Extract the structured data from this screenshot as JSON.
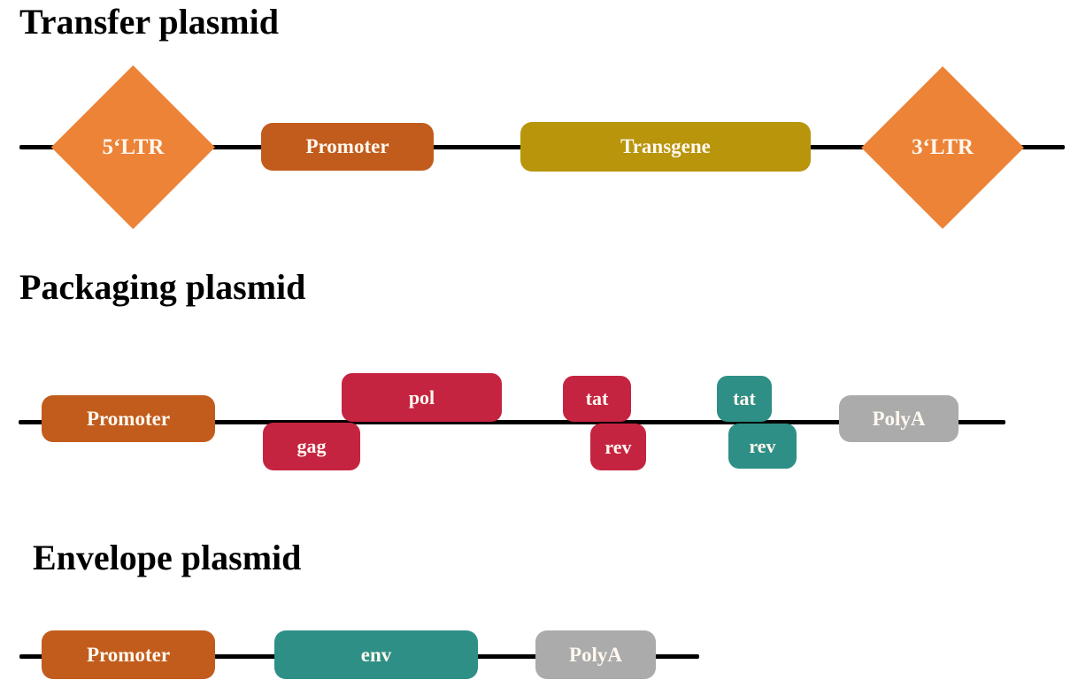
{
  "colors": {
    "ltr_orange": "#EC8337",
    "promoter_rust": "#C25C1C",
    "transgene_olive": "#B8950B",
    "gene_crimson": "#C52441",
    "gene_teal": "#2E8F86",
    "polya_gray": "#ABABAB",
    "backbone_line": "#000000"
  },
  "sections": [
    {
      "title": "Transfer plasmid",
      "elements": [
        {
          "label": "5‘LTR",
          "type": "diamond",
          "color": "#EC8337"
        },
        {
          "label": "Promoter",
          "type": "box",
          "color": "#C25C1C"
        },
        {
          "label": "Transgene",
          "type": "box",
          "color": "#B8950B"
        },
        {
          "label": "3‘LTR",
          "type": "diamond",
          "color": "#EC8337"
        }
      ]
    },
    {
      "title": "Packaging plasmid",
      "elements": [
        {
          "label": "Promoter",
          "type": "box",
          "color": "#C25C1C",
          "position": "on-line"
        },
        {
          "label": "gag",
          "type": "box",
          "color": "#C52441",
          "position": "below-line"
        },
        {
          "label": "pol",
          "type": "box",
          "color": "#C52441",
          "position": "above-line"
        },
        {
          "label": "tat",
          "type": "box",
          "color": "#C52441",
          "position": "above-line"
        },
        {
          "label": "rev",
          "type": "box",
          "color": "#C52441",
          "position": "below-line"
        },
        {
          "label": "tat",
          "type": "box",
          "color": "#2E8F86",
          "position": "above-line"
        },
        {
          "label": "rev",
          "type": "box",
          "color": "#2E8F86",
          "position": "below-line"
        },
        {
          "label": "PolyA",
          "type": "box",
          "color": "#ABABAB",
          "position": "on-line"
        }
      ]
    },
    {
      "title": "Envelope plasmid",
      "elements": [
        {
          "label": "Promoter",
          "type": "box",
          "color": "#C25C1C"
        },
        {
          "label": "env",
          "type": "box",
          "color": "#2E8F86"
        },
        {
          "label": "PolyA",
          "type": "box",
          "color": "#ABABAB"
        }
      ]
    }
  ]
}
